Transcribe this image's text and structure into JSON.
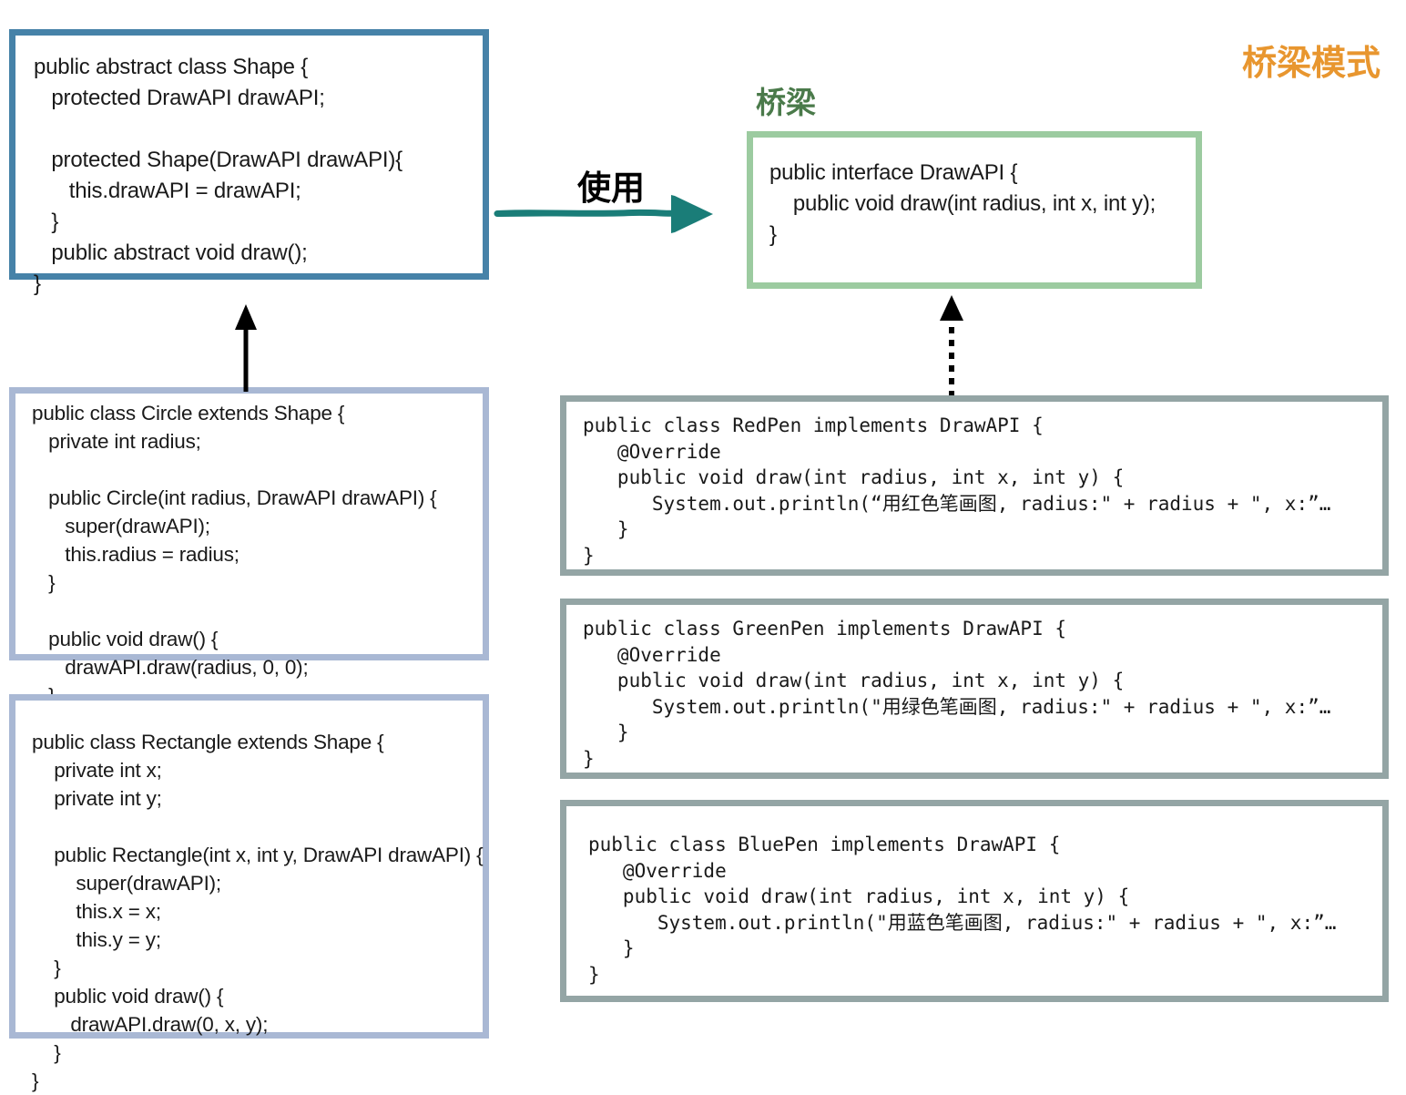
{
  "diagram": {
    "title": "桥梁模式",
    "bridge_label": "桥梁",
    "use_label": "使用",
    "colors": {
      "title": "#e8962f",
      "bridge": "#4a7a4a",
      "arrow_use": "#1a7d78",
      "shape_border": "#4682a8",
      "subclass_border": "#a9b8d4",
      "interface_border": "#9ccba0",
      "implementation_border": "#94a5a5"
    }
  },
  "boxes": {
    "shape": {
      "name": "Shape",
      "code": "public abstract class Shape {\n   protected DrawAPI drawAPI;\n\n   protected Shape(DrawAPI drawAPI){\n      this.drawAPI = drawAPI;\n   }\n   public abstract void draw();\n}"
    },
    "circle": {
      "name": "Circle",
      "code": "public class Circle extends Shape {\n   private int radius;\n\n   public Circle(int radius, DrawAPI drawAPI) {\n      super(drawAPI);\n      this.radius = radius;\n   }\n\n   public void draw() {\n      drawAPI.draw(radius, 0, 0);\n   }\n}"
    },
    "rectangle": {
      "name": "Rectangle",
      "code": "public class Rectangle extends Shape {\n    private int x;\n    private int y;\n\n    public Rectangle(int x, int y, DrawAPI drawAPI) {\n        super(drawAPI);\n        this.x = x;\n        this.y = y;\n    }\n    public void draw() {\n       drawAPI.draw(0, x, y);\n    }\n}"
    },
    "drawapi": {
      "name": "DrawAPI",
      "code": "public interface DrawAPI {\n    public void draw(int radius, int x, int y);\n}"
    },
    "redpen": {
      "name": "RedPen",
      "code": "public class RedPen implements DrawAPI {\n   @Override\n   public void draw(int radius, int x, int y) {\n      System.out.println(“用红色笔画图, radius:\" + radius + \", x:”…\n   }\n}"
    },
    "greenpen": {
      "name": "GreenPen",
      "code": "public class GreenPen implements DrawAPI {\n   @Override\n   public void draw(int radius, int x, int y) {\n      System.out.println(\"用绿色笔画图, radius:\" + radius + \", x:”…\n   }\n}"
    },
    "bluepen": {
      "name": "BluePen",
      "code": "public class BluePen implements DrawAPI {\n   @Override\n   public void draw(int radius, int x, int y) {\n      System.out.println(\"用蓝色笔画图, radius:\" + radius + \", x:”…\n   }\n}"
    }
  }
}
